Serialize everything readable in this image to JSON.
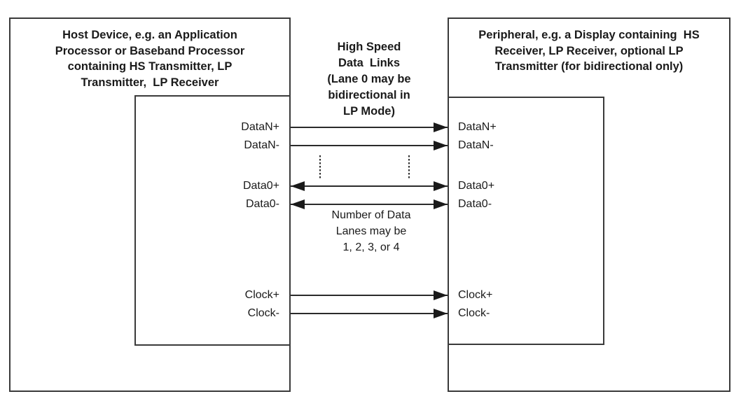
{
  "host": {
    "title": "Host Device, e.g. an Application\nProcessor or Baseband Processor\ncontaining HS Transmitter, LP\nTransmitter,  LP Receiver"
  },
  "peripheral": {
    "title": "Peripheral, e.g. a Display containing  HS\nReceiver, LP Receiver, optional LP\nTransmitter (for bidirectional only)"
  },
  "link": {
    "title": "High Speed\nData  Links\n(Lane 0 may be\nbidirectional in\nLP Mode)",
    "lanes_note": "Number of Data\nLanes may be\n1, 2, 3, or 4"
  },
  "signals": [
    {
      "label": "DataN+",
      "direction": "host-to-peripheral"
    },
    {
      "label": "DataN-",
      "direction": "host-to-peripheral"
    },
    {
      "label": "Data0+",
      "direction": "bidirectional"
    },
    {
      "label": "Data0-",
      "direction": "bidirectional"
    },
    {
      "label": "Clock+",
      "direction": "host-to-peripheral"
    },
    {
      "label": "Clock-",
      "direction": "host-to-peripheral"
    }
  ],
  "colors": {
    "line": "#2b2b2b",
    "box_border": "#3a3a3a",
    "text": "#1a1a1a",
    "background": "#ffffff"
  }
}
